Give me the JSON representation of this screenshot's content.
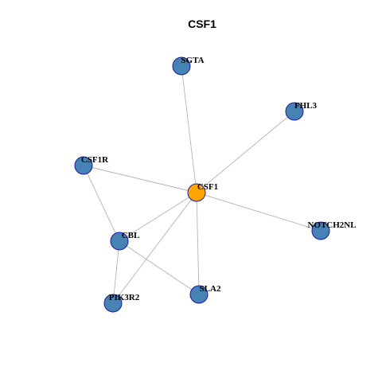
{
  "title": "CSF1",
  "colors": {
    "hub": "#FFA500",
    "node": "#4682B4",
    "edge": "#B3B3B3",
    "node_border": "#1A1AA6"
  },
  "nodes": [
    {
      "id": "CSF1",
      "label": "CSF1",
      "role": "hub"
    },
    {
      "id": "SGTA",
      "label": "SGTA",
      "role": "neighbor"
    },
    {
      "id": "FHL3",
      "label": "FHL3",
      "role": "neighbor"
    },
    {
      "id": "CSF1R",
      "label": "CSF1R",
      "role": "neighbor"
    },
    {
      "id": "NOTCH2NL",
      "label": "NOTCH2NL",
      "role": "neighbor"
    },
    {
      "id": "CBL",
      "label": "CBL",
      "role": "neighbor"
    },
    {
      "id": "SLA2",
      "label": "SLA2",
      "role": "neighbor"
    },
    {
      "id": "PIK3R2",
      "label": "PIK3R2",
      "role": "neighbor"
    }
  ],
  "edges": [
    [
      "CSF1",
      "SGTA"
    ],
    [
      "CSF1",
      "FHL3"
    ],
    [
      "CSF1",
      "CSF1R"
    ],
    [
      "CSF1",
      "NOTCH2NL"
    ],
    [
      "CSF1",
      "CBL"
    ],
    [
      "CSF1",
      "SLA2"
    ],
    [
      "CSF1",
      "PIK3R2"
    ],
    [
      "CSF1R",
      "CBL"
    ],
    [
      "CBL",
      "SLA2"
    ],
    [
      "CBL",
      "PIK3R2"
    ]
  ]
}
